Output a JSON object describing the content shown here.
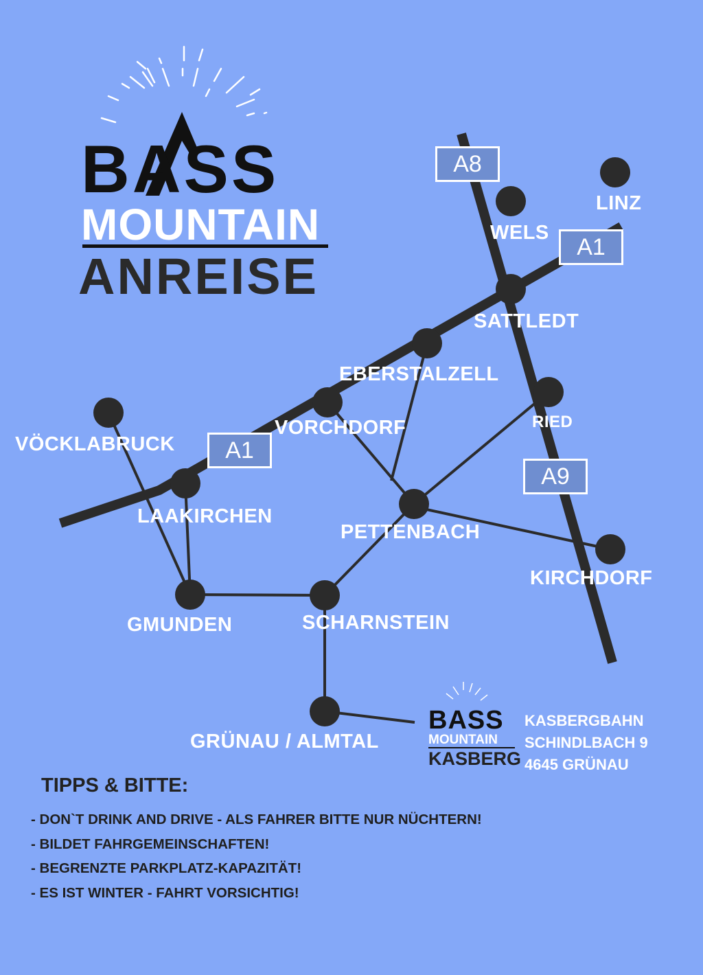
{
  "header": {
    "logo_line1": "BASS",
    "logo_line2": "MOUNTAIN",
    "title": "ANREISE"
  },
  "roads": {
    "a8": "A8",
    "a1_east": "A1",
    "a1_west": "A1",
    "a9": "A9"
  },
  "towns": {
    "linz": "LINZ",
    "wels": "WELS",
    "sattledt": "SATTLEDT",
    "eberstalzell": "EBERSTALZELL",
    "vorchdorf": "VORCHDORF",
    "voecklabruck": "VÖCKLABRUCK",
    "laakirchen": "LAAKIRCHEN",
    "ried": "RIED",
    "pettenbach": "PETTENBACH",
    "kirchdorf": "KIRCHDORF",
    "gmunden": "GMUNDEN",
    "scharnstein": "SCHARNSTEIN",
    "gruenau": "GRÜNAU / ALMTAL"
  },
  "destination": {
    "logo_line1": "BASS",
    "logo_line2": "MOUNTAIN",
    "logo_line3": "KASBERG",
    "address": [
      "KASBERGBAHN",
      "SCHINDLBACH 9",
      "4645 GRÜNAU"
    ]
  },
  "tips": {
    "title": "TIPPS & BITTE:",
    "items": [
      "- DON`T DRINK AND DRIVE - ALS FAHRER BITTE NUR NÜCHTERN!",
      "- BILDET FAHRGEMEINSCHAFTEN!",
      "- BEGRENZTE PARKPLATZ-KAPAZITÄT!",
      "- ES IST WINTER - FAHRT VORSICHTIG!"
    ]
  },
  "colors": {
    "background": "#84a8f8",
    "road": "#2b2b2b",
    "badge": "#6f8ed0"
  }
}
